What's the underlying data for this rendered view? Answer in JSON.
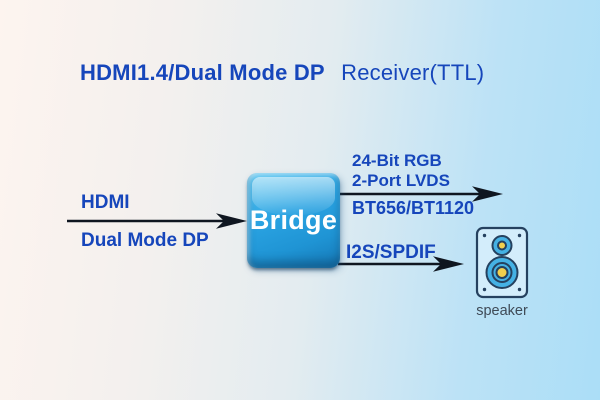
{
  "title": {
    "main": "HDMI1.4/Dual Mode DP",
    "suffix": "Receiver(TTL)"
  },
  "inputs": {
    "hdmi": "HDMI",
    "dual_mode_dp": "Dual Mode DP"
  },
  "bridge": {
    "label": "Bridge"
  },
  "outputs": {
    "video": {
      "line1": "24-Bit RGB",
      "line2": "2-Port LVDS",
      "below_line": "BT656/BT1120"
    },
    "audio": {
      "label": "I2S/SPDIF"
    }
  },
  "speaker": {
    "label": "speaker",
    "icon": "speaker-icon"
  },
  "colors": {
    "accent": "#1646bb",
    "arrow": "#0f1620",
    "bg_left": "#fdf4ef",
    "bg_mid": "#e3ecf0",
    "bg_right": "#abdef7",
    "bridge_top": "#5ec8f2",
    "bridge_mid": "#2aa3e2",
    "bridge_bottom": "#1578b6",
    "bridge_text": "#ffffff",
    "speaker_outline": "#25415f",
    "speaker_fill": "#d3edfb",
    "speaker_cone": "#45b1e4",
    "speaker_center": "#f2cf4d",
    "speaker_label": "#3f4a56"
  }
}
